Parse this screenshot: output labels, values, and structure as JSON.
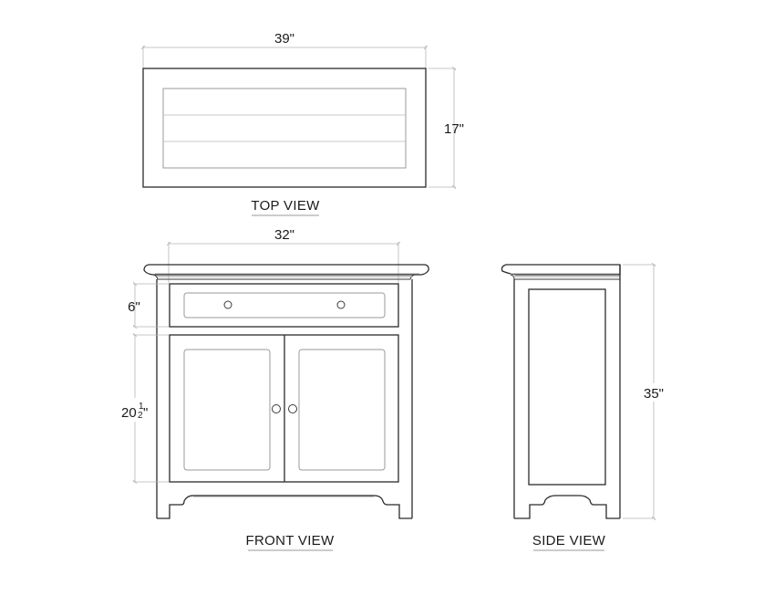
{
  "drawing": {
    "colors": {
      "background": "#ffffff",
      "outline": "#2b2b2b",
      "dimension_line": "#b5b5b5",
      "text": "#1a1a1a"
    },
    "top_view": {
      "label": "TOP VIEW",
      "width_dimension": "39\"",
      "depth_dimension": "17\""
    },
    "front_view": {
      "label": "FRONT VIEW",
      "width_dimension": "32\"",
      "drawer_height_dimension": "6\"",
      "door_height_dimension": {
        "whole": "20",
        "numerator": "1",
        "denominator": "2",
        "unit": "\""
      }
    },
    "side_view": {
      "label": "SIDE VIEW",
      "height_dimension": "35\""
    }
  }
}
